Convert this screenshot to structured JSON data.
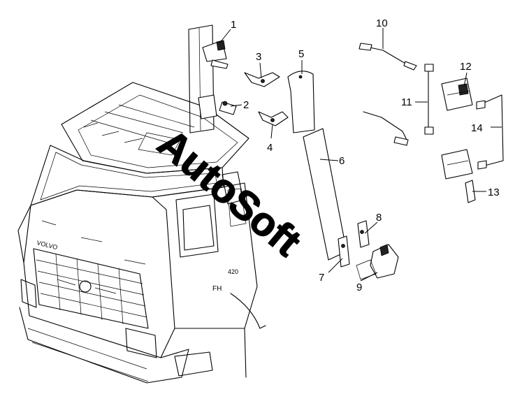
{
  "brand_badge": "VOLVO",
  "cab_badge": "FH",
  "cab_badge_number": "420",
  "watermark": "AutoSoft",
  "callouts": [
    "1",
    "2",
    "3",
    "4",
    "5",
    "6",
    "7",
    "8",
    "9",
    "10",
    "11",
    "12",
    "13",
    "14"
  ]
}
